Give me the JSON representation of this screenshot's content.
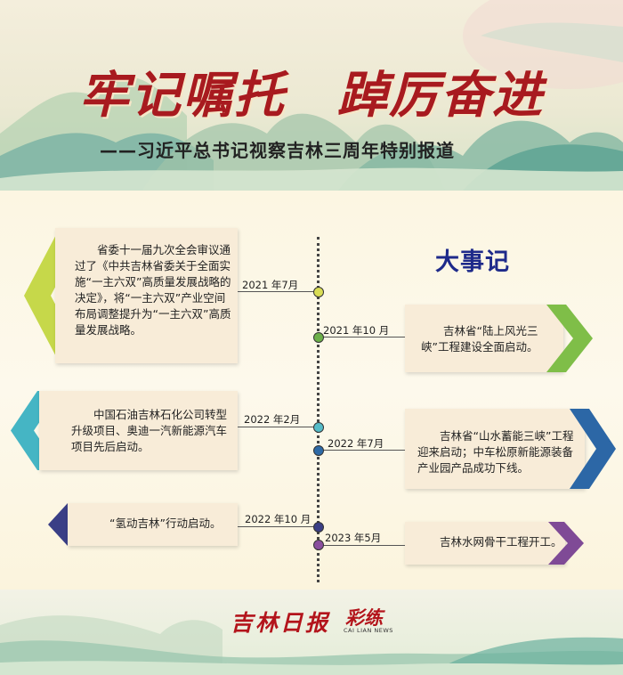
{
  "header": {
    "title": "牢记嘱托　踔厉奋进",
    "subtitle": "——习近平总书记视察吉林三周年特别报道"
  },
  "section_title": "大事记",
  "events": [
    {
      "date": "2021 年7月",
      "text": "省委十一届九次全会审议通过了《中共吉林省委关于全面实施“一主六双”高质量发展战略的决定》，将“一主六双”产业空间布局调整提升为“一主六双”高质量发展战略。"
    },
    {
      "date": "2021 年10 月",
      "text": "吉林省“陆上风光三峡”工程建设全面启动。"
    },
    {
      "date": "2022 年2月",
      "text": "中国石油吉林石化公司转型升级项目、奥迪一汽新能源汽车项目先后启动。"
    },
    {
      "date": "2022 年7月",
      "text": "吉林省“山水蓄能三峡”工程迎来启动；中车松原新能源装备产业园产品成功下线。"
    },
    {
      "date": "2022 年10 月",
      "text": "“氢动吉林”行动启动。"
    },
    {
      "date": "2023 年5月",
      "text": "吉林水网骨干工程开工。"
    }
  ],
  "footer": {
    "paper_name": "吉林日报",
    "app_name": "彩练",
    "app_sub": "CAI LIAN NEWS"
  },
  "colors": {
    "title_red": "#a81a1f",
    "section_blue": "#1e2a8a",
    "yellow_green": "#c6d84a",
    "green": "#7fbe48",
    "teal": "#45b5c4",
    "blue": "#2c67a6",
    "navy": "#3a3f86",
    "purple": "#7f4a96"
  }
}
